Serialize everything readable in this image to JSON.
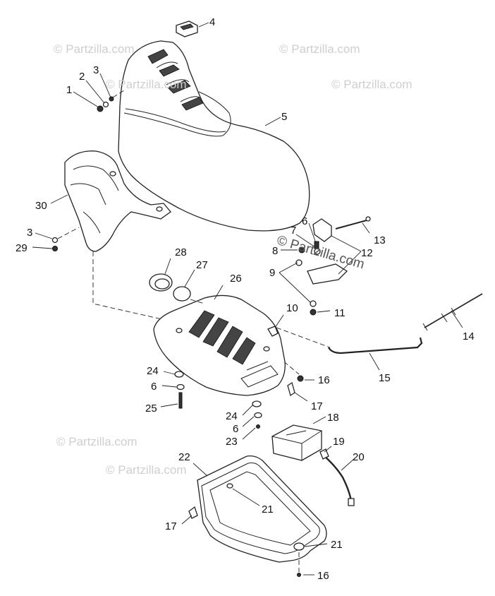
{
  "watermarks": [
    {
      "text": "© Partzilla.com"
    },
    {
      "text": "© Partzilla.com"
    },
    {
      "text": "© Partzilla.com"
    },
    {
      "text": "© Partzilla.com"
    },
    {
      "text": "© Partzilla.com"
    },
    {
      "text": "© Partzilla.com"
    },
    {
      "text": "© Partzilla.com"
    }
  ],
  "callouts": {
    "c1": "1",
    "c2": "2",
    "c3a": "3",
    "c3b": "3",
    "c4": "4",
    "c5": "5",
    "c6a": "6",
    "c6b": "6",
    "c6c": "6",
    "c7": "7",
    "c8": "8",
    "c9": "9",
    "c10": "10",
    "c11": "11",
    "c12": "12",
    "c13": "13",
    "c14": "14",
    "c15": "15",
    "c16a": "16",
    "c16b": "16",
    "c17a": "17",
    "c17b": "17",
    "c18": "18",
    "c19": "19",
    "c20": "20",
    "c21a": "21",
    "c21b": "21",
    "c22": "22",
    "c23": "23",
    "c24a": "24",
    "c24b": "24",
    "c25": "25",
    "c26": "26",
    "c27": "27",
    "c28": "28",
    "c29": "29",
    "c30": "30"
  }
}
